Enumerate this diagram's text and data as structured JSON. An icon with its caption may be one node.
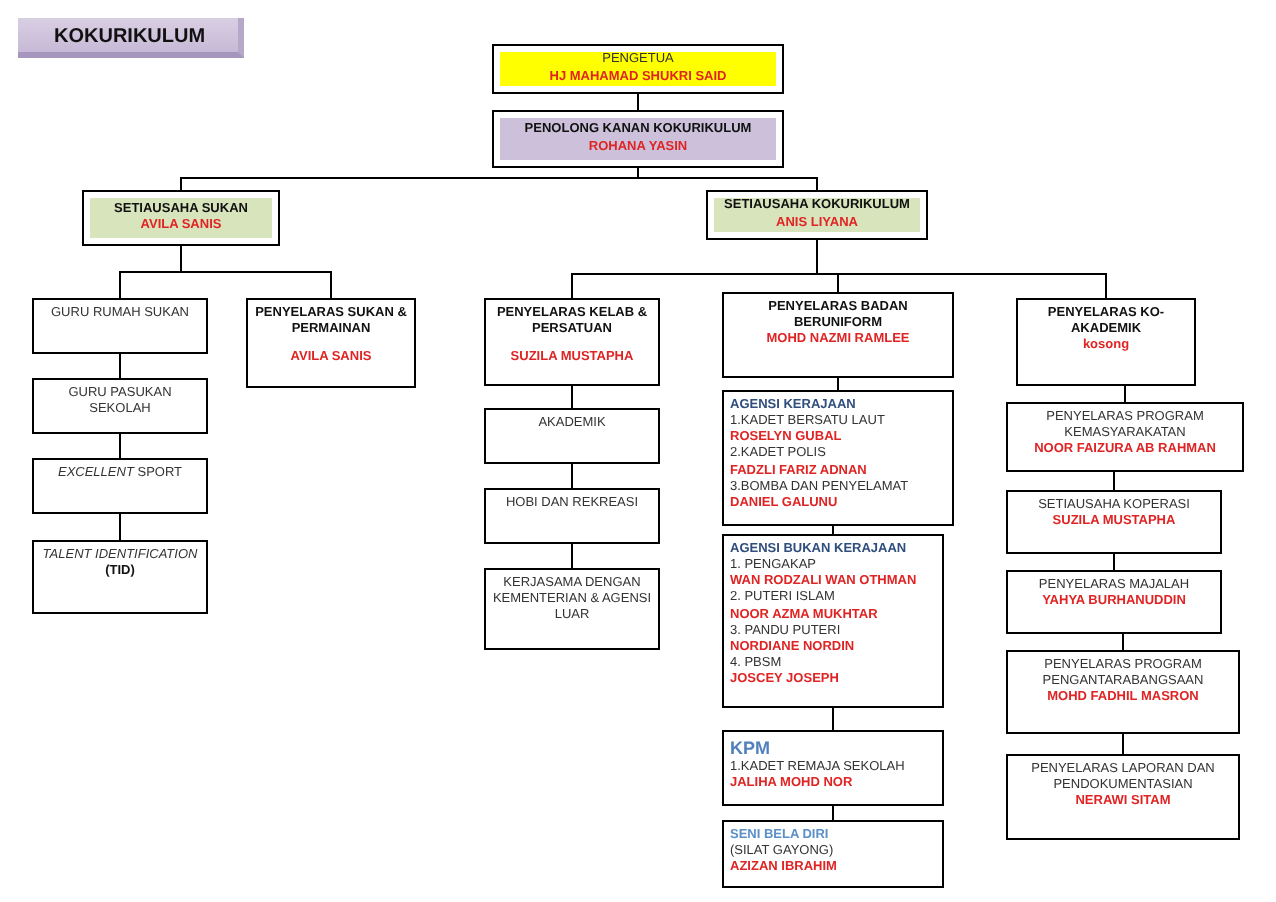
{
  "diagram": {
    "title": "KOKURIKULUM",
    "nodes": [
      {
        "text": [
          "PENGETUA",
          "HJ MAHAMAD SHUKRI SAID"
        ]
      },
      {
        "text": [
          "PENOLONG KANAN KOKURIKULUM",
          "ROHANA YASIN"
        ]
      },
      {
        "text": [
          "SETIAUSAHA SUKAN",
          "AVILA SANIS"
        ]
      },
      {
        "text": [
          "SETIAUSAHA KOKURIKULUM",
          "ANIS LIYANA"
        ]
      },
      {
        "text": [
          "GURU RUMAH SUKAN"
        ]
      },
      {
        "text": [
          "GURU PASUKAN SEKOLAH"
        ]
      },
      {
        "text": [
          "*EXCELLENT* SPORT"
        ]
      },
      {
        "text": [
          "TALENT IDENTIFICATION",
          "(TID)"
        ]
      },
      {
        "text": [
          "PENYELARAS SUKAN & PERMAINAN",
          "AVILA SANIS"
        ]
      },
      {
        "text": [
          "PENYELARAS KELAB & PERSATUAN",
          "SUZILA MUSTAPHA"
        ]
      },
      {
        "text": [
          "AKADEMIK"
        ]
      },
      {
        "text": [
          "HOBI DAN REKREASI"
        ]
      },
      {
        "text": [
          "KERJASAMA DENGAN KEMENTERIAN & AGENSI LUAR"
        ]
      },
      {
        "text": [
          "PENYELARAS BADAN BERUNIFORM",
          "MOHD NAZMI RAMLEE"
        ]
      },
      {
        "text": [
          "AGENSI KERAJAAN",
          "1.KADET BERSATU LAUT",
          "ROSELYN GUBAL",
          "2.KADET POLIS",
          "FADZLI FARIZ ADNAN",
          "3.BOMBA DAN PENYELAMAT",
          "DANIEL GALUNU"
        ]
      },
      {
        "text": [
          "AGENSI BUKAN KERAJAAN",
          "1. PENGAKAP",
          "WAN RODZALI WAN OTHMAN",
          "2. PUTERI ISLAM",
          "NOOR AZMA MUKHTAR",
          "3. PANDU PUTERI",
          "NORDIANE NORDIN",
          "4. PBSM",
          "JOSCEY JOSEPH"
        ]
      },
      {
        "text": [
          "KPM",
          "1.KADET REMAJA SEKOLAH",
          "JALIHA MOHD NOR"
        ]
      },
      {
        "text": [
          "SENI BELA DIRI",
          "(SILAT GAYONG)",
          "AZIZAN IBRAHIM"
        ]
      },
      {
        "text": [
          "PENYELARAS KO-AKADEMIK",
          "kosong"
        ]
      },
      {
        "text": [
          "PENYELARAS PROGRAM KEMASYARAKATAN",
          "NOOR FAIZURA AB RAHMAN"
        ]
      },
      {
        "text": [
          "SETIAUSAHA KOPERASI",
          "SUZILA MUSTAPHA"
        ]
      },
      {
        "text": [
          "PENYELARAS MAJALAH",
          "YAHYA BURHANUDDIN"
        ]
      },
      {
        "text": [
          "PENYELARAS PROGRAM PENGANTARABANGSAAN",
          "MOHD FADHIL MASRON"
        ]
      },
      {
        "text": [
          "PENYELARAS LAPORAN DAN PENDOKUMENTASIAN",
          "NERAWI SITAM"
        ]
      }
    ],
    "edges": [
      {
        "from": 0,
        "to": 1,
        "arrow": "none"
      },
      {
        "from": 1,
        "to": 2,
        "arrow": "none"
      },
      {
        "from": 1,
        "to": 3,
        "arrow": "none"
      },
      {
        "from": 2,
        "to": 4,
        "arrow": "none"
      },
      {
        "from": 2,
        "to": 8,
        "arrow": "none"
      },
      {
        "from": 4,
        "to": 5,
        "arrow": "none"
      },
      {
        "from": 5,
        "to": 6,
        "arrow": "none"
      },
      {
        "from": 6,
        "to": 7,
        "arrow": "none"
      },
      {
        "from": 3,
        "to": 9,
        "arrow": "none"
      },
      {
        "from": 3,
        "to": 13,
        "arrow": "none"
      },
      {
        "from": 3,
        "to": 18,
        "arrow": "none"
      },
      {
        "from": 9,
        "to": 10,
        "arrow": "none"
      },
      {
        "from": 10,
        "to": 11,
        "arrow": "none"
      },
      {
        "from": 11,
        "to": 12,
        "arrow": "none"
      },
      {
        "from": 13,
        "to": 14,
        "arrow": "none"
      },
      {
        "from": 14,
        "to": 15,
        "arrow": "none"
      },
      {
        "from": 15,
        "to": 16,
        "arrow": "none"
      },
      {
        "from": 16,
        "to": 17,
        "arrow": "none"
      },
      {
        "from": 18,
        "to": 19,
        "arrow": "none"
      },
      {
        "from": 19,
        "to": 20,
        "arrow": "none"
      },
      {
        "from": 20,
        "to": 21,
        "arrow": "none"
      },
      {
        "from": 21,
        "to": 22,
        "arrow": "none"
      },
      {
        "from": 22,
        "to": 23,
        "arrow": "none"
      }
    ]
  }
}
